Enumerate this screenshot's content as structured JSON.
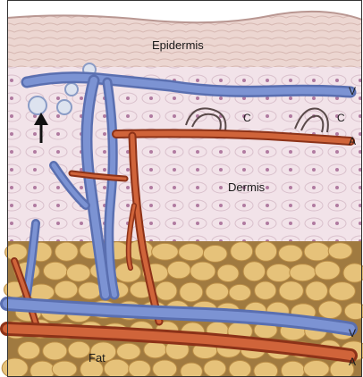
{
  "labels": {
    "epidermis": "Epidermis",
    "dermis": "Dermis",
    "fat": "Fat",
    "vein_upper": "V",
    "capillary_left": "C",
    "capillary_right": "C",
    "artery_upper": "A",
    "vein_lower": "V",
    "artery_lower": "A"
  },
  "colors": {
    "vein": "#6d86c9",
    "artery": "#c5532c",
    "fat": "#e6c27a",
    "dermis": "#f3e4ea",
    "epidermis": "#e8cfc9"
  }
}
